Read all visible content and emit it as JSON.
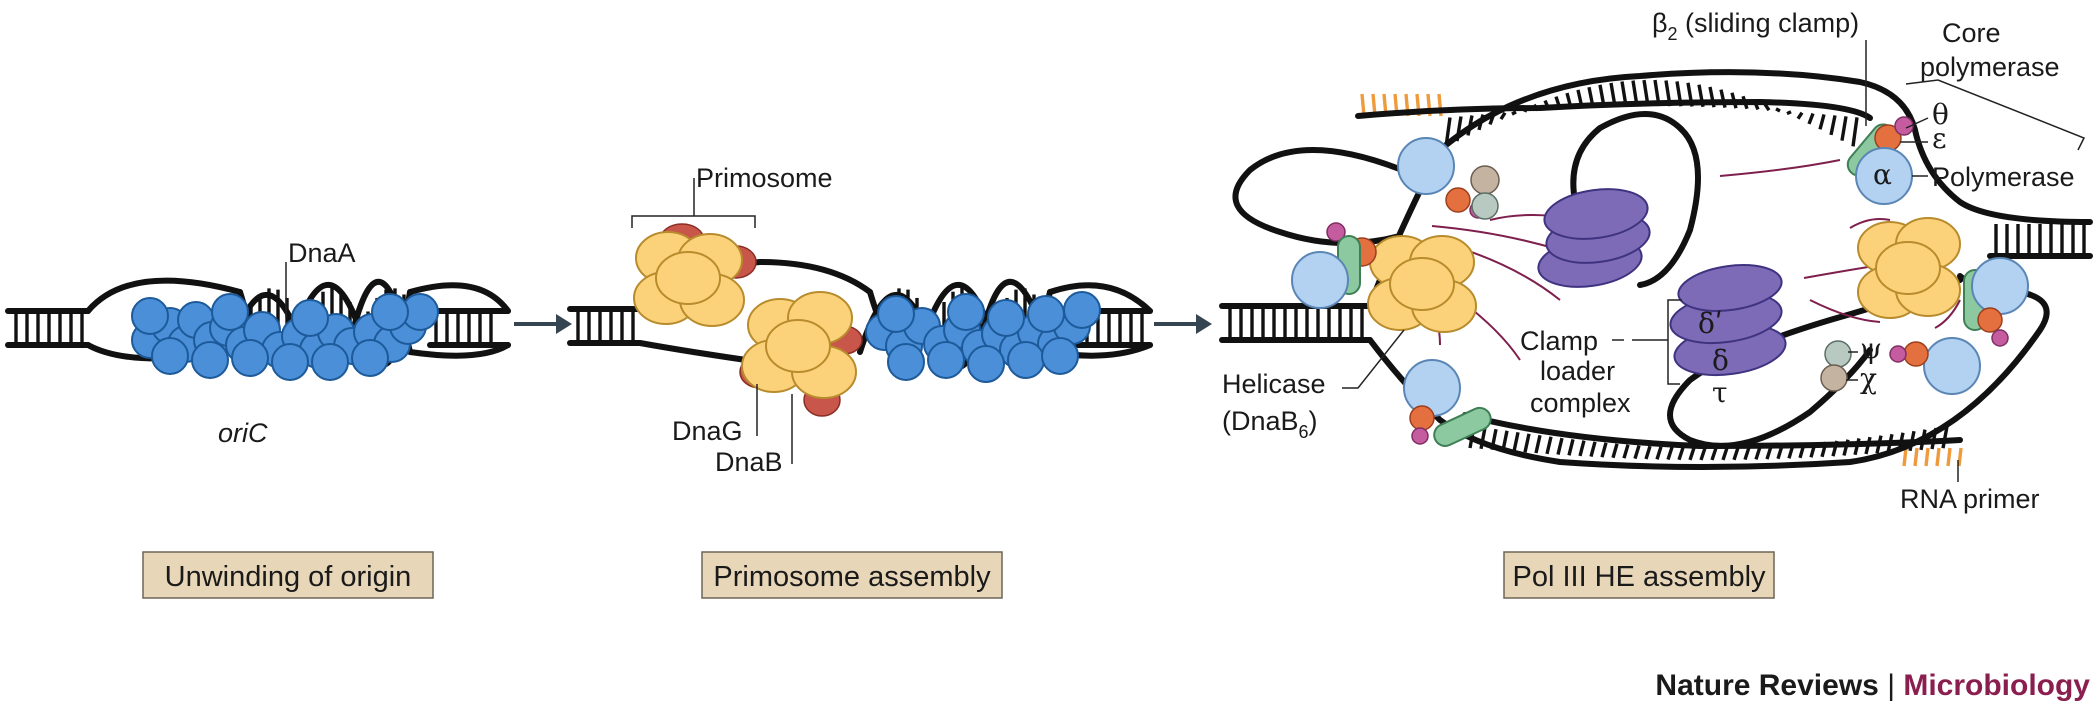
{
  "panels": [
    {
      "caption": "Unwinding of origin"
    },
    {
      "caption": "Primosome assembly"
    },
    {
      "caption": "Pol III HE assembly"
    }
  ],
  "labels": {
    "dnaa": "DnaA",
    "oric": "oriC",
    "primosome": "Primosome",
    "dnag": "DnaG",
    "dnab": "DnaB",
    "beta2": "β",
    "beta2_sub": "2",
    "beta2_rest": " (sliding clamp)",
    "core_line1": "Core",
    "core_line2": "polymerase",
    "theta": "θ",
    "epsilon": "ε",
    "alpha": "α",
    "polymerase": "Polymerase",
    "helicase": "Helicase",
    "helicase_paren_open": "(DnaB",
    "helicase_sub": "6",
    "helicase_paren_close": ")",
    "delta_prime": "δʹ",
    "delta": "δ",
    "tau": "τ",
    "clamp_line1": "Clamp",
    "clamp_line2": "loader",
    "clamp_line3": "complex",
    "psi": "ψ",
    "chi": "χ",
    "rna_primer": "RNA primer"
  },
  "brand": {
    "journal": "Nature Reviews",
    "separator": "|",
    "section": "Microbiology"
  },
  "colors": {
    "dnaa": "#4a8fd8",
    "helicase": "#fbd27a",
    "dnag": "#c9564a",
    "polymerase": "#b3d2f1",
    "clamp": "#8cc9a0",
    "clamp_loader": "#7d6bb7",
    "primer": "#f09a3e",
    "brand_accent": "#8a1f4f"
  }
}
